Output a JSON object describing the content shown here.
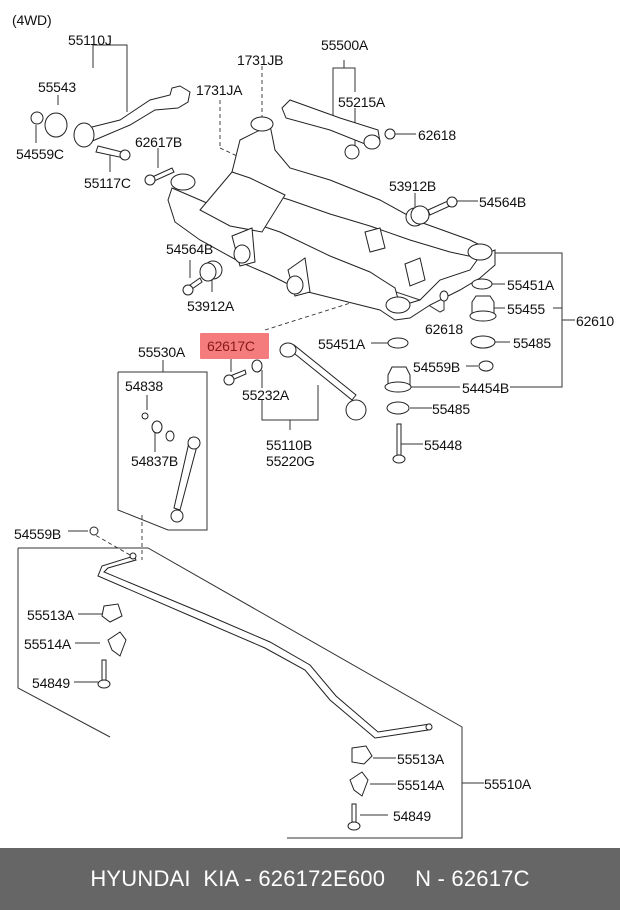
{
  "diagram": {
    "variant": "(4WD)",
    "highlight_color": "#f47c7c",
    "highlighted_part": "62617C",
    "labels": {
      "l55110J": "55110J",
      "l55543": "55543",
      "l54559C": "54559C",
      "l55117C": "55117C",
      "l1731JB": "1731JB",
      "l1731JA": "1731JA",
      "l55500A": "55500A",
      "l55215A": "55215A",
      "l62618a": "62618",
      "l62617B": "62617B",
      "l53912B": "53912B",
      "l54564Ba": "54564B",
      "l54564Bb": "54564B",
      "l53912A": "53912A",
      "l55451Aa": "55451A",
      "l55455": "55455",
      "l62610": "62610",
      "l62618b": "62618",
      "l55485a": "55485",
      "l55451Ab": "55451A",
      "l54559Ba": "54559B",
      "l55454B": "54454B",
      "l55485b": "55485",
      "l55448": "55448",
      "l55530A": "55530A",
      "l62617C": "62617C",
      "l54838": "54838",
      "l55232A": "55232A",
      "l54837B": "54837B",
      "l55110B": "55110B",
      "l55220G": "55220G",
      "l54559Bb": "54559B",
      "l55513Aa": "55513A",
      "l55514Aa": "55514A",
      "l54849a": "54849",
      "l55513Ab": "55513A",
      "l55514Ab": "55514A",
      "l55510A": "55510A",
      "l54849b": "54849"
    }
  },
  "footer": {
    "brand": "HYUNDAI  KIA - 626172E600",
    "part_ref": "N - 62617C"
  }
}
